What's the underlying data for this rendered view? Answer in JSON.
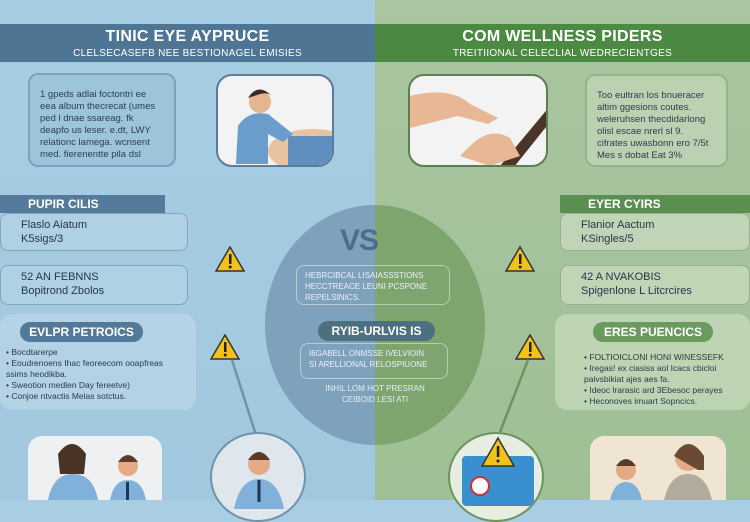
{
  "left": {
    "title": "TINIC EYE AYPRUCE",
    "subtitle": "CLELSECASEFB NEE BESTIONAGEL EMISIES",
    "intro": "1 gpeds adlai foctontri ee eea album thecrecat (umes ped l dnae ssareag. fk deapfo us leser. e.dt, LWY relationc lamega. wcnsent med. fierenentte pila dsl",
    "section1_label": "PUPIR CILIS",
    "items": [
      [
        "Flaslo Aiatum",
        "K5sigs/3"
      ],
      [
        "52 AN FEBNNS",
        "Bopitrond Zbolos"
      ]
    ],
    "section2_label": "EVLPR PETROICS",
    "bullets": [
      "Bocdtarerpe",
      "Eoudrenoens Ihac feoreecom ooapfreas ssims heodikba.",
      "Sweotion medlen Day fereetve)",
      "Conjoe ntvactis Melas sotctus."
    ],
    "color": "#4f7594"
  },
  "right": {
    "title": "COM WELLNESS PIDERS",
    "subtitle": "TREITIIONAL CELECLIAL WEDRECIENTGES",
    "intro": "Too eultran los bnueracer altim ggesions coutes. weleruhsen thecdidarlong olisl escae nrerl sl 9. cifrates uwasbonn ero 7/5t Mes s dobat Eat 3%",
    "section1_label": "EYER CYIRS",
    "items": [
      [
        "Flanior Aactum",
        "KSingles/5"
      ],
      [
        "42 A NVAKOBIS",
        "Spigenlone L Litcrcires"
      ]
    ],
    "section2_label": "ERES PUENCICS",
    "bullets": [
      "FOLTIOICLONI HONI WINESSEFK",
      "Iregas! ex ciasiss aol Icacs cbicloi paivsbikiat ajes aes fa.",
      "Ideoc lrarasic ard 3Ebesoc perayes",
      "Heconoves imuart Sopncics."
    ],
    "color": "#4c8a44"
  },
  "center": {
    "vs": "VS",
    "box1": [
      "HEBRCIBCAL LISAIASSSTIONS",
      "HECCTREACE LEUNI PCSPONE REPELSINICS."
    ],
    "pill": "RYIB-URLVIS IS",
    "box2": [
      "I6GABELL ONMSSE IVELVIOIN",
      "SI ARELLIONAL RELOSPIUONE"
    ],
    "footer": [
      "INHIL LOM HOT PRESRAN",
      "CEIBOID LESI ATI"
    ]
  },
  "colors": {
    "left_bg": "#a7cde3",
    "right_bg": "#a9c5a1",
    "warning": "#f2c21b"
  }
}
